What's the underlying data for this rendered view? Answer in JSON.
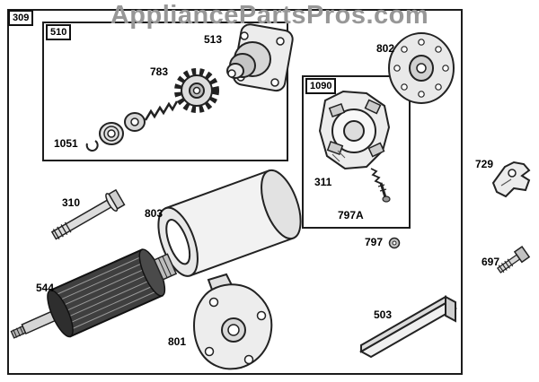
{
  "watermark": "AppliancePartsPros.com",
  "diagram": {
    "main_box_label": "309",
    "sub_boxes": {
      "box_510": "510",
      "box_1090": "1090"
    },
    "parts": {
      "p513": "513",
      "p783": "783",
      "p1051": "1051",
      "p802": "802",
      "p311": "311",
      "p797A": "797A",
      "p797": "797",
      "p310": "310",
      "p803": "803",
      "p729": "729",
      "p697": "697",
      "p544": "544",
      "p801": "801",
      "p503": "503"
    }
  }
}
